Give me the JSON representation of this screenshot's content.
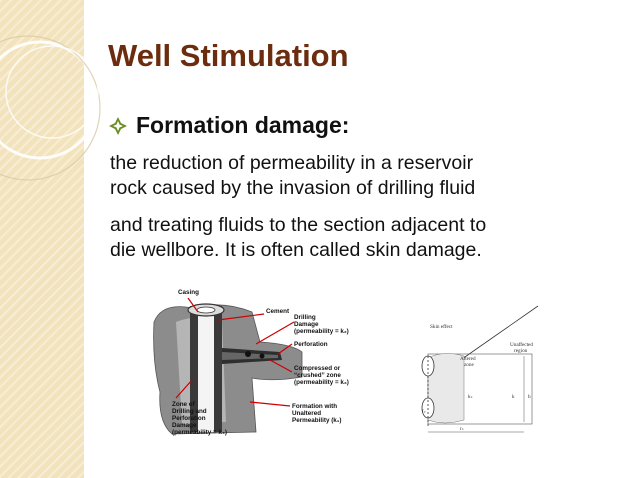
{
  "slide": {
    "title": "Well Stimulation",
    "bullet": "Formation damage:",
    "paragraph_lines": [
      " the reduction of permeability in a reservoir",
      "rock caused by the invasion of drilling fluid",
      "and treating fluids to the section adjacent to",
      "die wellbore. It is often called skin damage."
    ]
  },
  "figure_left": {
    "labels": {
      "casing": "Casing",
      "cement": "Cement",
      "drilling_1": "Drilling",
      "drilling_2": "Damage",
      "drilling_3": "(permeability = k₂)",
      "perforation": "Perforation",
      "compressed_1": "Compressed or",
      "compressed_2": "“crushed” zone",
      "compressed_3": "(permeability = k₃)",
      "zone_1": "Zone of",
      "zone_2": "Drilling and",
      "zone_3": "Perforation",
      "zone_4": "Damage",
      "zone_5": "(permeability = k₄)",
      "formation_1": "Formation with",
      "formation_2": "Unaltered",
      "formation_3": "Permeability (k₁)"
    }
  },
  "figure_right": {
    "labels": {
      "skin_effect": "Skin effect",
      "unaffected_1": "Unaffected",
      "unaffected_2": "region",
      "altered_1": "Altered",
      "altered_2": "zone",
      "ks": "kₛ",
      "k": "k",
      "h": "h",
      "rw": "rᵤ",
      "rs": "rₛ"
    }
  },
  "colors": {
    "title": "#6b2d0e",
    "sidebar": "#f3e3bd",
    "bullet_icon": "#6b8e23"
  }
}
